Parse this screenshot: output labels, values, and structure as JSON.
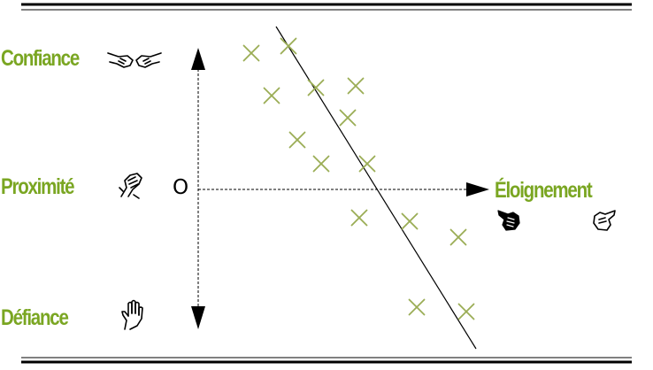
{
  "labels": {
    "confiance": "Confiance",
    "proximite": "Proximité",
    "defiance": "Défiance",
    "eloignement": "Éloignement",
    "origin": "O"
  },
  "colors": {
    "label": "#7aa622",
    "marker": "#9aad55",
    "axis": "#000000",
    "rule": "#000000"
  },
  "icons": {
    "confiance": "handshake-icon",
    "proximite": "clasped-hands-icon",
    "defiance": "raised-hand-icon",
    "eloignement_left": "hand-pointing-icon",
    "eloignement_right": "hand-pointing-outline-icon"
  }
}
